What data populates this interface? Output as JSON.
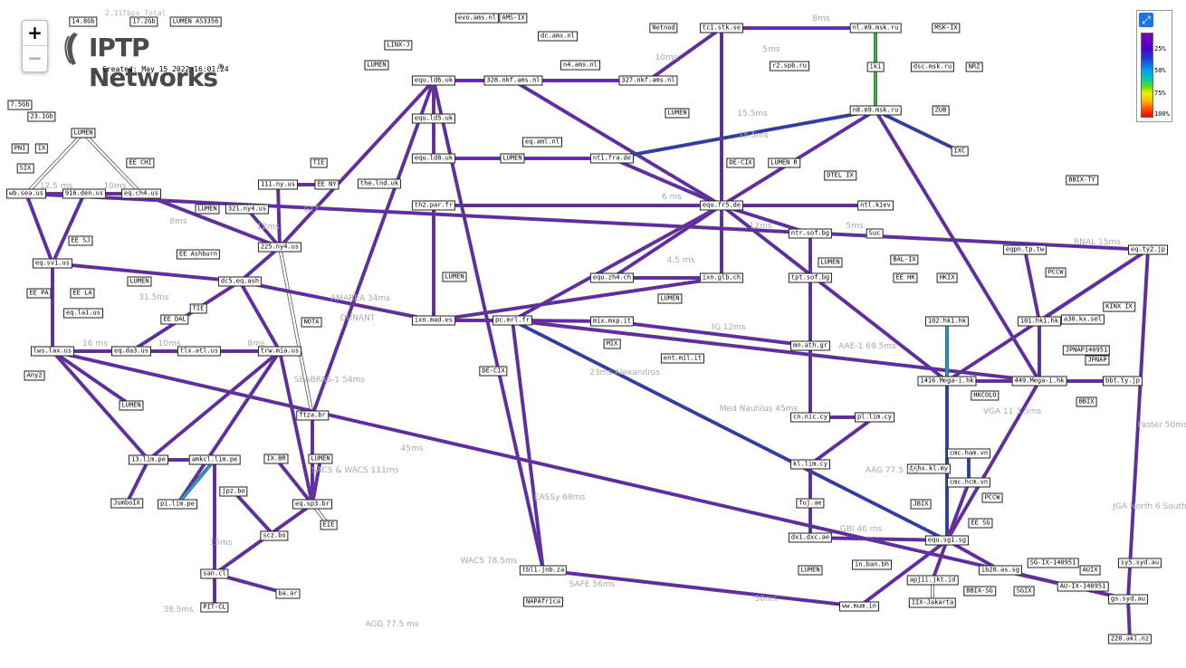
{
  "header": {
    "brand": "IPTP Networks",
    "registered": "®",
    "created": "Created: May 15 2022 16:01:24",
    "total": "2.11Tbps Total"
  },
  "zoom": {
    "in": "+",
    "out": "−"
  },
  "legend": {
    "fullscreen_icon": "expand-arrows-icon",
    "ticks": [
      "25%",
      "50%",
      "75%",
      "100%"
    ],
    "colors": [
      "#8000c0",
      "#00c0f0",
      "#00d080",
      "#f0f000",
      "#ffa000",
      "#ff0000"
    ]
  },
  "capacities": [
    "14.8Gb",
    "17.2Gb",
    "7.5Gb",
    "23.1Gb"
  ],
  "nodes": [
    {
      "id": "lumen_as3356",
      "label": "LUMEN AS3356"
    },
    {
      "id": "pni",
      "label": "PNI"
    },
    {
      "id": "ix",
      "label": "IX"
    },
    {
      "id": "sixa",
      "label": "SIX"
    },
    {
      "id": "lumen_top",
      "label": "LUMEN"
    },
    {
      "id": "ee_chi",
      "label": "EE CHI"
    },
    {
      "id": "wb_sea",
      "label": "wb.sea.us"
    },
    {
      "id": "dgn",
      "label": "916.den.us"
    },
    {
      "id": "eq_ch4",
      "label": "eq.ch4.us"
    },
    {
      "id": "ee_sj",
      "label": "EE SJ"
    },
    {
      "id": "eq_sv1",
      "label": "eq.sv1.us"
    },
    {
      "id": "ee_pa",
      "label": "EE PA"
    },
    {
      "id": "ee_la",
      "label": "EE LA"
    },
    {
      "id": "eq_la1",
      "label": "eq.la1.us"
    },
    {
      "id": "lws_lax",
      "label": "lws.lax.us"
    },
    {
      "id": "any2",
      "label": "Any2"
    },
    {
      "id": "eq_da3",
      "label": "eq.da3.us"
    },
    {
      "id": "ee_dal",
      "label": "EE DAL"
    },
    {
      "id": "tie_a",
      "label": "TIE"
    },
    {
      "id": "tlx_atl",
      "label": "tlx.atl.us"
    },
    {
      "id": "trw_mia",
      "label": "trw.mia.us"
    },
    {
      "id": "nota",
      "label": "NOTA"
    },
    {
      "id": "lumen_mid",
      "label": "LUMEN"
    },
    {
      "id": "ee_ash",
      "label": "EE Ashburn"
    },
    {
      "id": "lumen_ash",
      "label": "LUMEN"
    },
    {
      "id": "dc5",
      "label": "dc5.eq.ash"
    },
    {
      "id": "tie_b",
      "label": "TIE"
    },
    {
      "id": "ny111",
      "label": "111.ny.us"
    },
    {
      "id": "ee_ny",
      "label": "EE NY"
    },
    {
      "id": "lumen_ny",
      "label": "LUMEN"
    },
    {
      "id": "ny321",
      "label": "321.ny4.us"
    },
    {
      "id": "ny225",
      "label": "225.ny4.us"
    },
    {
      "id": "lim13",
      "label": "13.lim.pe"
    },
    {
      "id": "amkcl",
      "label": "amkcl.lim.pe"
    },
    {
      "id": "jumboix",
      "label": "JumboIX"
    },
    {
      "id": "pi_lim",
      "label": "pi.lim.pe"
    },
    {
      "id": "jpz_bo",
      "label": "jpz.bo"
    },
    {
      "id": "scz_bo",
      "label": "scz.bo"
    },
    {
      "id": "san_cl",
      "label": "san.cl"
    },
    {
      "id": "pitcl",
      "label": "PIT-CL"
    },
    {
      "id": "ba_ar",
      "label": "ba.ar"
    },
    {
      "id": "ix_br",
      "label": "IX.BR"
    },
    {
      "id": "lumen_br",
      "label": "LUMEN"
    },
    {
      "id": "eq_sp3",
      "label": "eq.sp3.br"
    },
    {
      "id": "eie",
      "label": "EIE"
    },
    {
      "id": "ftza",
      "label": "ftza.br"
    },
    {
      "id": "linx_j",
      "label": "LINX-J"
    },
    {
      "id": "lumen_ldn",
      "label": "LUMEN"
    },
    {
      "id": "eq_ld6",
      "label": "equ.ld6.uk"
    },
    {
      "id": "eq_ld5",
      "label": "equ.ld5.uk"
    },
    {
      "id": "eq_ld8",
      "label": "equ.ld8.uk"
    },
    {
      "id": "the_lnd",
      "label": "the.lnd.uk"
    },
    {
      "id": "th2_par",
      "label": "th2.par.fr"
    },
    {
      "id": "lumen_par",
      "label": "LUMEN"
    },
    {
      "id": "ixn_mad",
      "label": "ixn.mad.es"
    },
    {
      "id": "pc_mrl",
      "label": "pc.mrl.fr"
    },
    {
      "id": "decix_m",
      "label": "DE-CIX"
    },
    {
      "id": "evo_ams",
      "label": "evo.ams.nl"
    },
    {
      "id": "ams_ix",
      "label": "AMS-IX"
    },
    {
      "id": "dc_ams",
      "label": "dc.ams.nl"
    },
    {
      "id": "nkf328",
      "label": "328.nkf.ams.nl"
    },
    {
      "id": "n4_ams",
      "label": "n4.ams.nl"
    },
    {
      "id": "nkf327",
      "label": "327.nkf.ams.nl"
    },
    {
      "id": "eq_aml",
      "label": "eq.aml.nl"
    },
    {
      "id": "lumen_fra2",
      "label": "LUMEN"
    },
    {
      "id": "lumen_ams",
      "label": "LUMEN"
    },
    {
      "id": "nt1_fra",
      "label": "nt1.fra.de"
    },
    {
      "id": "netnod",
      "label": "Netnod"
    },
    {
      "id": "tc1_stk",
      "label": "tc1.stk.se"
    },
    {
      "id": "decix_f",
      "label": "DE-CIX"
    },
    {
      "id": "lumen_r",
      "label": "LUMEN R"
    },
    {
      "id": "eq_fr5",
      "label": "equ.fr5.de"
    },
    {
      "id": "eq_zh4",
      "label": "equ.zh4.ch"
    },
    {
      "id": "lumen_zh",
      "label": "LUMEN"
    },
    {
      "id": "ixn_glb",
      "label": "ixn.glb.ch"
    },
    {
      "id": "mix_mxp",
      "label": "mix.mxp.it"
    },
    {
      "id": "mix",
      "label": "MIX"
    },
    {
      "id": "ent_mil",
      "label": "ent.mil.it"
    },
    {
      "id": "nl_m9",
      "label": "nl.m9.msk.ru"
    },
    {
      "id": "msk_ix",
      "label": "MSK-IX"
    },
    {
      "id": "r2_spb",
      "label": "r2.spb.ru"
    },
    {
      "id": "iki",
      "label": "iki"
    },
    {
      "id": "dsc_msk",
      "label": "dsc.msk.ru"
    },
    {
      "id": "nrz",
      "label": "NRZ"
    },
    {
      "id": "n8_m9",
      "label": "n8.m9.msk.ru"
    },
    {
      "id": "zub",
      "label": "ZUB"
    },
    {
      "id": "ixc",
      "label": "IXC"
    },
    {
      "id": "dtel",
      "label": "DTEL IX"
    },
    {
      "id": "ntl_kiev",
      "label": "ntl.kiev"
    },
    {
      "id": "ntr_sof",
      "label": "ntr.sof.bg"
    },
    {
      "id": "suc",
      "label": "Suc"
    },
    {
      "id": "bal_ix",
      "label": "BAL-IX"
    },
    {
      "id": "lumen_sof",
      "label": "LUMEN"
    },
    {
      "id": "tpt_sof",
      "label": "tpt.sof.bg"
    },
    {
      "id": "mn_ath",
      "label": "mn.ath.gr"
    },
    {
      "id": "cn_nic",
      "label": "cn.nic.cy"
    },
    {
      "id": "pl_lim",
      "label": "pl.lim.cy"
    },
    {
      "id": "kl_lim",
      "label": "kl.lim.cy"
    },
    {
      "id": "fuj_ae",
      "label": "fuj.ae"
    },
    {
      "id": "dx1_dxc",
      "label": "dx1.dxc.ae"
    },
    {
      "id": "lumen_dxb",
      "label": "LUMEN"
    },
    {
      "id": "in_ban",
      "label": "in.ban.bh"
    },
    {
      "id": "tbl_jnb",
      "label": "tbl1.jnb.za"
    },
    {
      "id": "napafrica",
      "label": "NAPAfrica"
    },
    {
      "id": "ww_mum",
      "label": "ww.mum.in"
    },
    {
      "id": "hk1416",
      "label": "1416.Mega-i.hk"
    },
    {
      "id": "hk449",
      "label": "449.Mega-i.hk"
    },
    {
      "id": "hkcolo",
      "label": "HKCOLO"
    },
    {
      "id": "ee_hk",
      "label": "EE HK"
    },
    {
      "id": "hkix",
      "label": "HKIX"
    },
    {
      "id": "hk102",
      "label": "102.hk1.hk"
    },
    {
      "id": "hk101",
      "label": "101.hk1.hk"
    },
    {
      "id": "a30_sel",
      "label": "a30.kx.sel"
    },
    {
      "id": "kinx",
      "label": "KINX IX"
    },
    {
      "id": "pccw_a",
      "label": "PCCW"
    },
    {
      "id": "eqpn_ty",
      "label": "eqpn.tp.tw"
    },
    {
      "id": "jpnap140951",
      "label": "JPNAP140951"
    },
    {
      "id": "jpnap",
      "label": "JPNAP"
    },
    {
      "id": "bbt_ty",
      "label": "bbt.ty.jp"
    },
    {
      "id": "bbix",
      "label": "BBIX"
    },
    {
      "id": "bbix_ty",
      "label": "BBIX-TY"
    },
    {
      "id": "eq_ty2",
      "label": "eq.ty2.jp"
    },
    {
      "id": "cmc_ham",
      "label": "cmc.ham.vn"
    },
    {
      "id": "tchx_kl",
      "label": "tchx.kl.my"
    },
    {
      "id": "cmc_hcm",
      "label": "cmc.hcm.vn"
    },
    {
      "id": "jbix",
      "label": "JBIX"
    },
    {
      "id": "pccw_b",
      "label": "PCCW"
    },
    {
      "id": "ee_sg",
      "label": "EE SG"
    },
    {
      "id": "eq_sg1",
      "label": "equ.sg1.sg"
    },
    {
      "id": "apjii",
      "label": "apjii.jkt.id"
    },
    {
      "id": "iix_jkt",
      "label": "IIX-Jakarta"
    },
    {
      "id": "ib28_sg",
      "label": "ib28.as.sg"
    },
    {
      "id": "bbix_sg",
      "label": "BBIX-SG"
    },
    {
      "id": "sgix",
      "label": "SGIX"
    },
    {
      "id": "sgix140951",
      "label": "SG-IX-140951"
    },
    {
      "id": "auix140951",
      "label": "AU-IX-140951"
    },
    {
      "id": "auix",
      "label": "AUIX"
    },
    {
      "id": "sy5_syd",
      "label": "sy5.syd.au"
    },
    {
      "id": "gs_syd",
      "label": "gs.syd.au"
    },
    {
      "id": "akl220",
      "label": "220.akl.nz"
    }
  ],
  "latency_labels": [
    "8ms",
    "5ms",
    "10ms",
    "6 ms",
    "12.5 ms",
    "10ms",
    "8ms",
    "16 ms",
    "10ms",
    "8ms",
    "31.5ms",
    "38.5ms",
    "15ms",
    "12ms",
    "GTT",
    "AMAREA 34ms",
    "DUNANT",
    "SEABRAS-1 54ms",
    "SACS & WACS 111ms",
    "45ms",
    "EASSy 68ms",
    "SAFE 56ms",
    "WACS 78.5ms",
    "AGG 77.5 ms",
    "50ms",
    "GBI 46 ms",
    "15.5ms",
    "15.5ms",
    "12ms",
    "5ms",
    "IG 12ms",
    "AAE-1 69.5ms",
    "Med Nautilus 45ms",
    "RNAL 15ms",
    "Faster 50ms",
    "JGA North 6 South",
    "23ms Alexandros",
    "AAG 77.5 ms",
    "VGA 11 3.5ms",
    "4.5 ms"
  ]
}
